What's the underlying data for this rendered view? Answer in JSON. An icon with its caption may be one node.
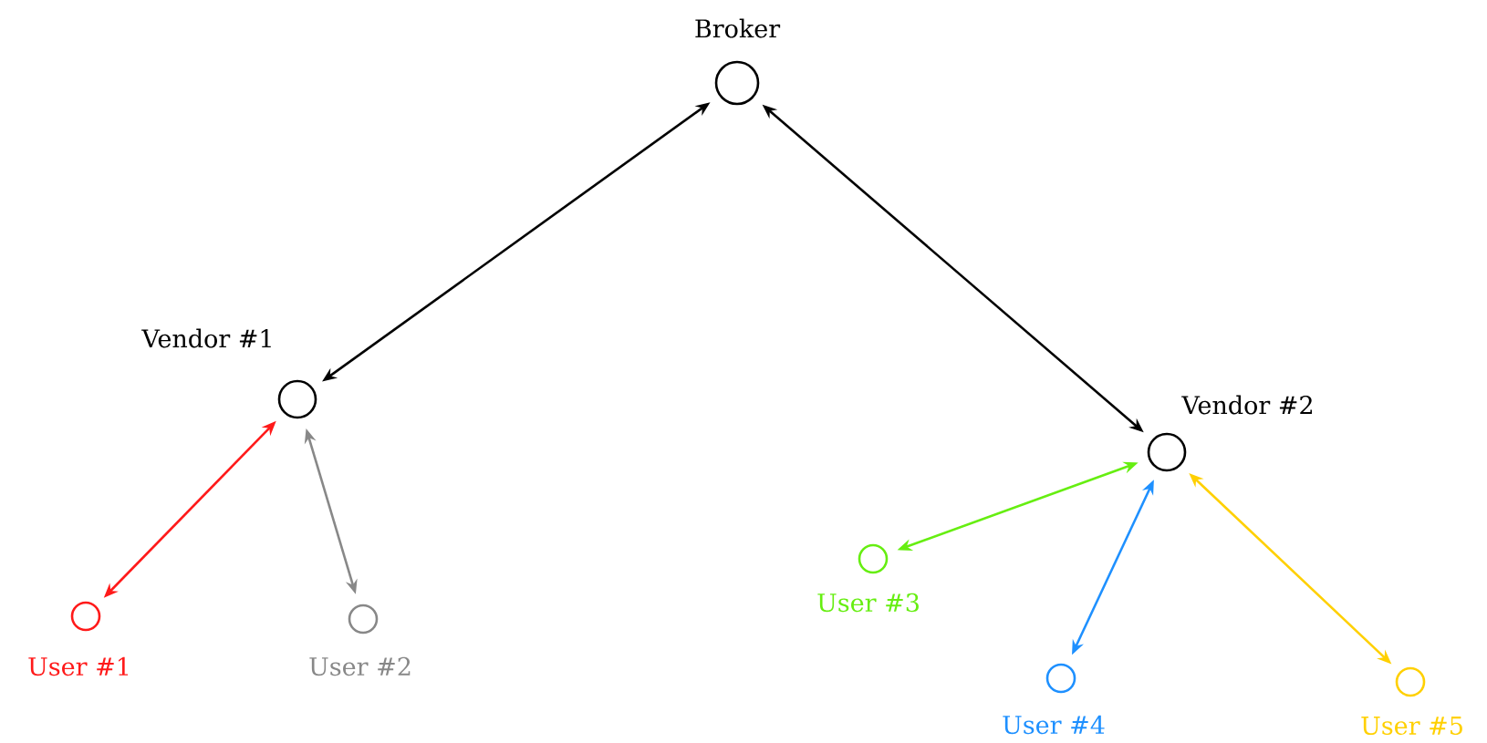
{
  "diagram": {
    "nodes": [
      {
        "text": [
          "Broker"
        ]
      },
      {
        "text": [
          "Vendor #1"
        ]
      },
      {
        "text": [
          "Vendor #2"
        ]
      },
      {
        "text": [
          "User #1"
        ]
      },
      {
        "text": [
          "User #2"
        ]
      },
      {
        "text": [
          "User #3"
        ]
      },
      {
        "text": [
          "User #4"
        ]
      },
      {
        "text": [
          "User #5"
        ]
      }
    ],
    "edges": [
      {
        "from": 0,
        "to": 1,
        "arrow": "both"
      },
      {
        "from": 0,
        "to": 2,
        "arrow": "both"
      },
      {
        "from": 1,
        "to": 3,
        "arrow": "both",
        "color": "#ff1a1a"
      },
      {
        "from": 1,
        "to": 4,
        "arrow": "both",
        "color": "#888888"
      },
      {
        "from": 2,
        "to": 5,
        "arrow": "both",
        "color": "#66ee11"
      },
      {
        "from": 2,
        "to": 6,
        "arrow": "both",
        "color": "#1e90ff"
      },
      {
        "from": 2,
        "to": 7,
        "arrow": "both",
        "color": "#ffd000"
      }
    ]
  }
}
